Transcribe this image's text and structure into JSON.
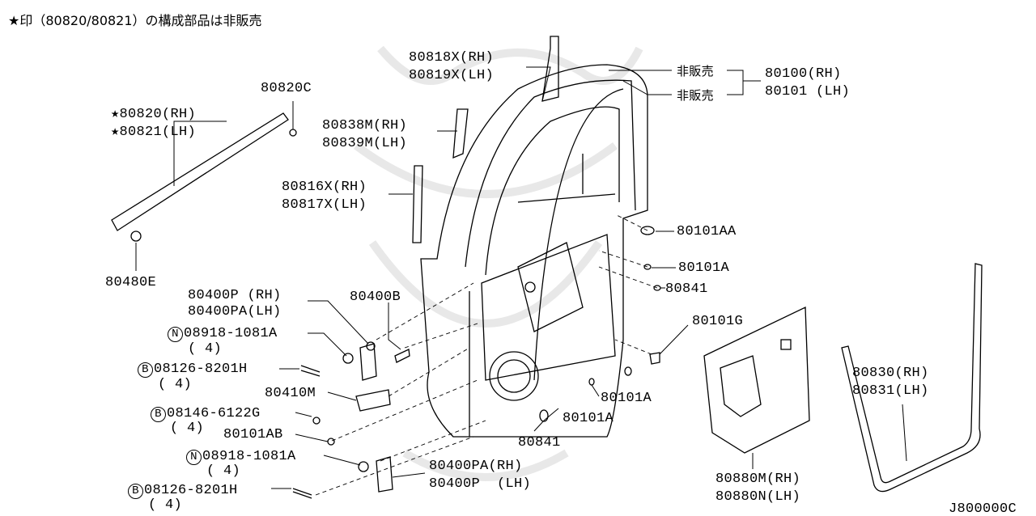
{
  "header_note": "★印（80820/80821）の構成部品は非販売",
  "diagram_code": "J800000C",
  "labels": {
    "p80818": "80818X(RH)",
    "p80819": "80819X(LH)",
    "nfs1": "非販売",
    "nfs2": "非販売",
    "p80100": "80100(RH)",
    "p80101": "80101 (LH)",
    "p80820c": "80820C",
    "p80820": "★80820(RH)",
    "p80821": "★80821(LH)",
    "p80838": "80838M(RH)",
    "p80839": "80839M(LH)",
    "p80816": "80816X(RH)",
    "p80817": "80817X(LH)",
    "p80101aa": "80101AA",
    "p80101a_1": "80101A",
    "p80841_1": "80841",
    "p80480e": "80480E",
    "p80400p_rh": "80400P (RH)",
    "p80400pa_lh": "80400PA(LH)",
    "p80400b": "80400B",
    "p80101g": "80101G",
    "n08918_1": "08918-1081A",
    "qty1": "( 4)",
    "b08126_1": "08126-8201H",
    "qty2": "( 4)",
    "p80830": "80830(RH)",
    "p80831": "80831(LH)",
    "p80410m": "80410M",
    "p80101a_2": "80101A",
    "b08146": "08146-6122G",
    "qty3": "( 4)",
    "p80101a_3": "80101A",
    "p80101ab": "80101AB",
    "p80841_2": "80841",
    "n08918_2": "08918-1081A",
    "qty4": "( 4)",
    "p80400pa_rh": "80400PA(RH)",
    "p80400p_lh": "80400P  (LH)",
    "b08126_2": "08126-8201H",
    "qty5": "( 4)",
    "p80880m": "80880M(RH)",
    "p80880n": "80880N(LH)",
    "mark_n": "N",
    "mark_b": "B"
  }
}
